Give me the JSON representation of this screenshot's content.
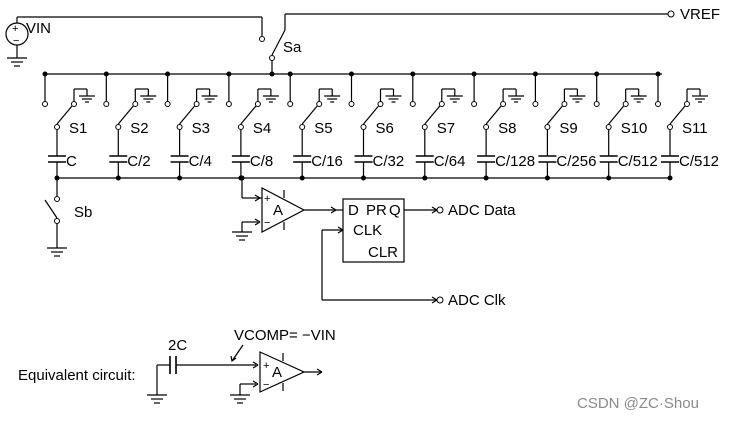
{
  "labels": {
    "vin": "VIN",
    "vref": "VREF",
    "sa": "Sa",
    "sb": "Sb",
    "amp": "A",
    "plus": "+",
    "minus": "−",
    "ff_d": "D",
    "ff_prq": "PR",
    "ff_q": "Q",
    "ff_clk": "CLK",
    "ff_clr": "CLR",
    "adc_data": "ADC Data",
    "adc_clk": "ADC Clk",
    "equiv": "Equivalent circuit:",
    "cap_2c": "2C",
    "vcomp": "VCOMP= −VIN",
    "watermark": "CSDN @ZC·Shou"
  },
  "switches": [
    "S1",
    "S2",
    "S3",
    "S4",
    "S5",
    "S6",
    "S7",
    "S8",
    "S9",
    "S10",
    "S11"
  ],
  "capacitors": [
    "C",
    "C/2",
    "C/4",
    "C/8",
    "C/16",
    "C/32",
    "C/64",
    "C/128",
    "C/256",
    "C/512",
    "C/512"
  ]
}
